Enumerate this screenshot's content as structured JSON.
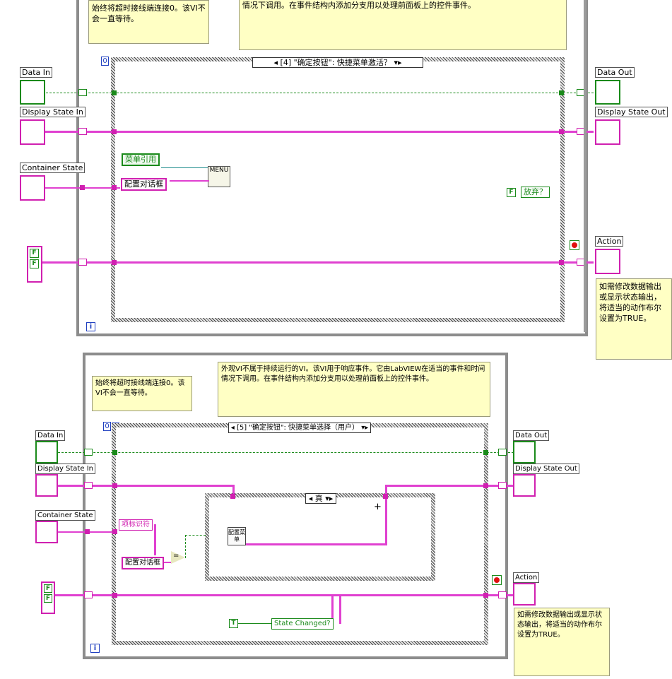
{
  "top": {
    "note_timeout": "始终将超时接线端连接0。该VI不会一直等待。",
    "note_desc": "情况下调用。在事件结构内添加分支用以处理前面板上的控件事件。",
    "timeout_value": "0",
    "event_selector": "[4] \"确定按钮\": 快捷菜单激活？",
    "labels": {
      "data_in": "Data In",
      "display_state_in": "Display State In",
      "container_state": "Container State",
      "data_out": "Data Out",
      "display_state_out": "Display State Out",
      "action": "Action"
    },
    "menu_ref": "菜单引用",
    "config_dialog": "配置对话框",
    "menu_node": "MENU",
    "discard": "放弃？",
    "bool_f": "F",
    "note_action": "如需修改数据输出或显示状态输出，将适当的动作布尔设置为TRUE。",
    "info": "i"
  },
  "bottom": {
    "note_desc": "外观VI不属于持续运行的VI。该VI用于响应事件。它由LabVIEW在适当的事件和时间情况下调用。在事件结构内添加分支用以处理前面板上的控件事件。",
    "note_timeout": "始终将超时接线端连接0。该VI不会一直等待。",
    "timeout_value": "0",
    "event_selector": "[5] \"确定按钮\": 快捷菜单选择（用户）",
    "labels": {
      "data_in": "Data In",
      "display_state_in": "Display State In",
      "container_state": "Container State",
      "data_out": "Data Out",
      "display_state_out": "Display State Out",
      "action": "Action"
    },
    "item_tag": "项标识符",
    "config_dialog": "配置对话框",
    "case_selector": "真",
    "config_menu": "配置菜单",
    "equal": "=",
    "state_changed": "State Changed?",
    "bool_t": "T",
    "bool_f": "F",
    "note_action": "如需修改数据输出或显示状态输出，将适当的动作布尔设置为TRUE。",
    "info": "i"
  },
  "colors": {
    "pink_wire": "#e040d0",
    "green_wire": "#1a8a1a",
    "note_bg": "#ffffc4",
    "loop_gray": "#8c8c8c"
  }
}
